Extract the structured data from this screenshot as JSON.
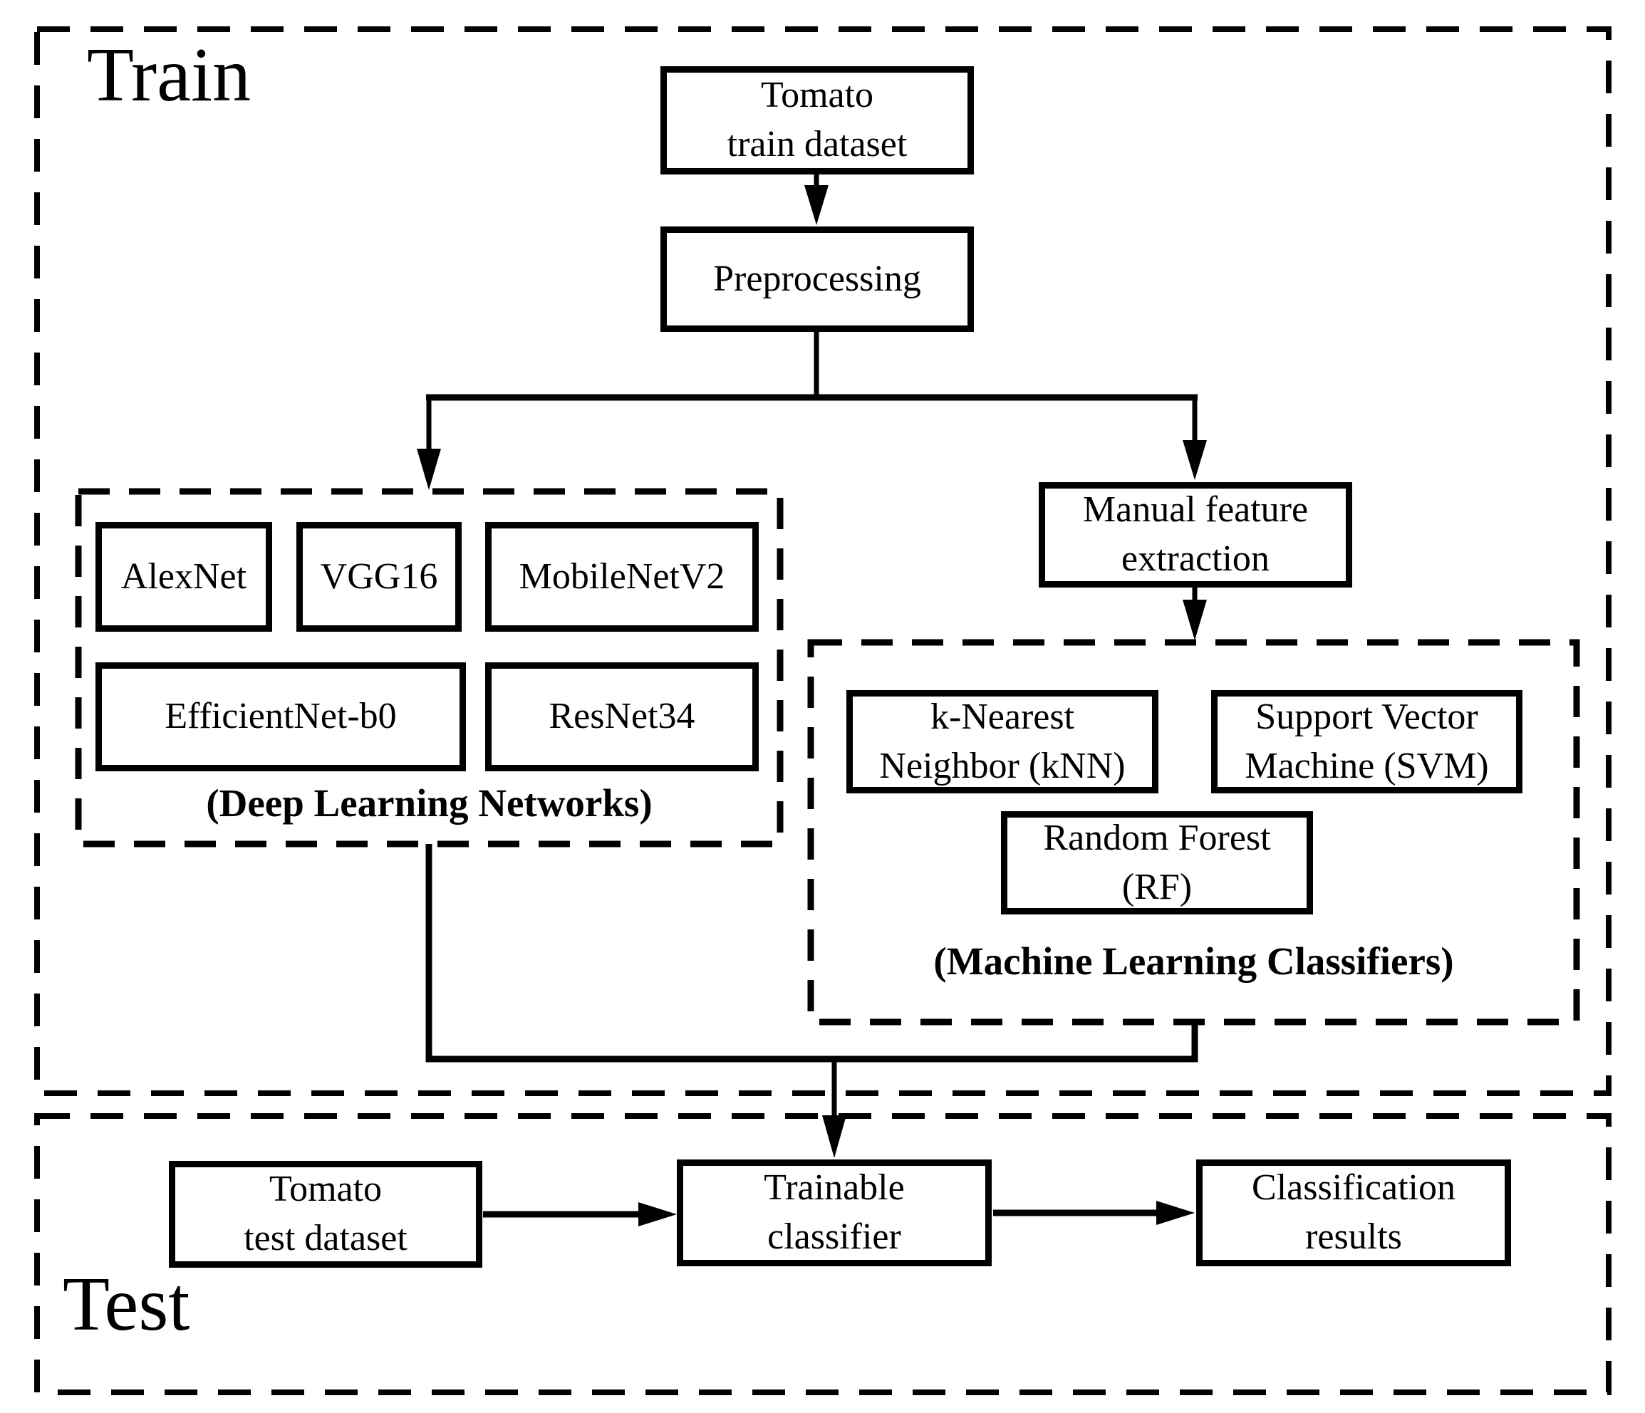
{
  "diagram": {
    "colors": {
      "stroke": "#000000",
      "background": "#ffffff"
    },
    "regions": {
      "train": {
        "label": "Train"
      },
      "test": {
        "label": "Test"
      }
    },
    "nodes": {
      "tomato_train": {
        "label": "Tomato\ntrain dataset"
      },
      "preprocessing": {
        "label": "Preprocessing"
      },
      "manual_feature": {
        "label": "Manual feature\nextraction"
      },
      "alexnet": {
        "label": "AlexNet"
      },
      "vgg16": {
        "label": "VGG16"
      },
      "mobilenetv2": {
        "label": "MobileNetV2"
      },
      "efficientnet": {
        "label": "EfficientNet-b0"
      },
      "resnet34": {
        "label": "ResNet34"
      },
      "knn": {
        "label": "k-Nearest\nNeighbor (kNN)"
      },
      "svm": {
        "label": "Support Vector\nMachine (SVM)"
      },
      "rf": {
        "label": "Random Forest\n(RF)"
      },
      "trainable": {
        "label": "Trainable\nclassifier"
      },
      "classification": {
        "label": "Classification\nresults"
      },
      "tomato_test": {
        "label": "Tomato\ntest dataset"
      }
    },
    "groups": {
      "dl": {
        "label": "(Deep Learning Networks)"
      },
      "ml": {
        "label": "(Machine Learning Classifiers)"
      }
    }
  }
}
